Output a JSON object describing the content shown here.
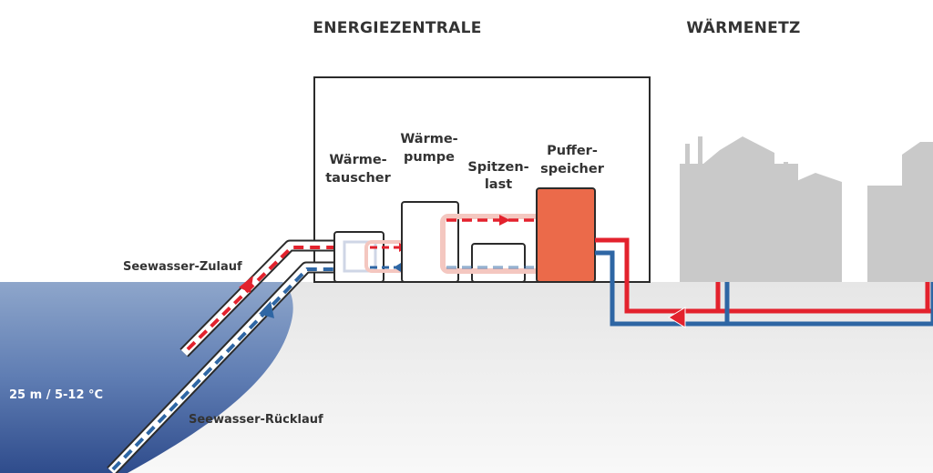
{
  "headers": {
    "energiezentrale": "ENERGIEZENTRALE",
    "waermenetz": "WÄRMENETZ"
  },
  "components": {
    "waermetauscher": [
      "Wärme-",
      "tauscher"
    ],
    "waermepumpe": [
      "Wärme-",
      "pumpe"
    ],
    "spitzenlast": [
      "Spitzen-",
      "last"
    ],
    "pufferspeicher": [
      "Puffer-",
      "speicher"
    ]
  },
  "labels": {
    "zulauf": "Seewasser-Zulauf",
    "ruecklauf": "Seewasser-Rücklauf",
    "lake": "25 m / 5-12 °C"
  },
  "colors": {
    "supply_red": "#e3222d",
    "return_blue": "#2e66a4",
    "buffer_fill": "#eb6a4a",
    "lake_top": "#8aa2c8",
    "lake_bottom": "#304e8e",
    "ground": "#efefef",
    "buildings": "#c9c9c9",
    "outline": "#2b2b2b"
  }
}
